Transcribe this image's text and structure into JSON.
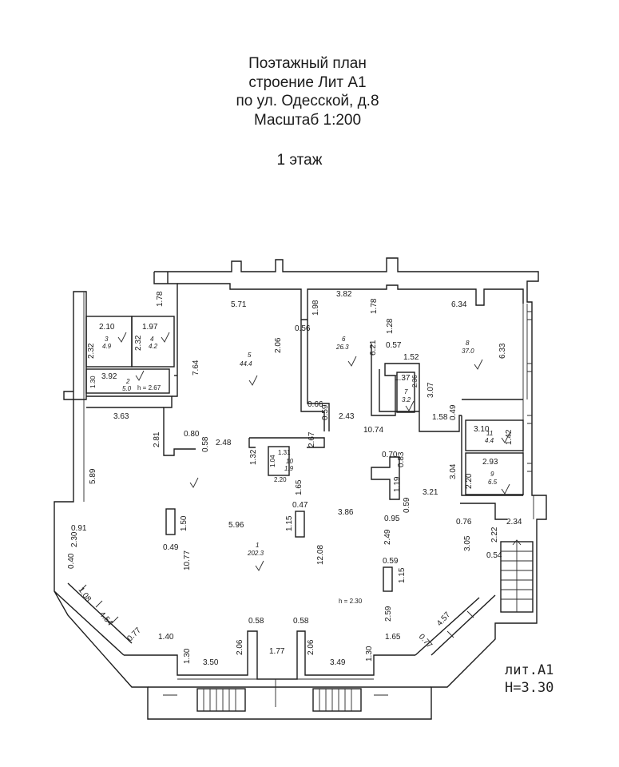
{
  "title": {
    "line1": "Поэтажный план",
    "line2": "строение Лит А1",
    "line3": "по ул. Одесской, д.8",
    "line4": "Масштаб 1:200"
  },
  "floor_label": "1 этаж",
  "lit_label": {
    "line1": "лит.А1",
    "line2": "H=3.30"
  },
  "ceiling_height": "h = 2.30",
  "corridor_height": "h = 2.67",
  "rooms": [
    {
      "num": "1",
      "area": "202.3"
    },
    {
      "num": "2",
      "area": "5.0"
    },
    {
      "num": "3",
      "area": "4.9"
    },
    {
      "num": "4",
      "area": "4.2"
    },
    {
      "num": "5",
      "area": "44.4"
    },
    {
      "num": "6",
      "area": "26.3"
    },
    {
      "num": "7",
      "area": "3.2"
    },
    {
      "num": "8",
      "area": "37.0"
    },
    {
      "num": "9",
      "area": "6.5"
    },
    {
      "num": "10",
      "area": "1.9"
    },
    {
      "num": "11",
      "area": "4.4"
    }
  ],
  "dimensions": {
    "d571": "5.71",
    "d382": "3.82",
    "d634": "6.34",
    "d178a": "1.78",
    "d198": "1.98",
    "d178b": "1.78",
    "d056": "0.56",
    "d128": "1.28",
    "d206a": "2.06",
    "d621": "6.21",
    "d633": "6.33",
    "d057": "0.57",
    "d152": "1.52",
    "d137": "1.37",
    "d236": "2.36",
    "d307": "3.07",
    "d210": "2.10",
    "d197": "1.97",
    "d232a": "2.32",
    "d232b": "2.32",
    "d764": "7.64",
    "d392": "3.92",
    "d130a": "1.30",
    "d363": "3.63",
    "d281": "2.81",
    "d080": "0.80",
    "d058a": "0.58",
    "d248": "2.48",
    "d066": "0.66",
    "d059a": "0.59",
    "d243": "2.43",
    "d1074": "10.74",
    "d158": "1.58",
    "d049a": "0.49",
    "d310": "3.10",
    "d142": "1.42",
    "d267": "2.67",
    "d131": "1.31",
    "d104": "1.04",
    "d132": "1.32",
    "d220a": "2.20",
    "d165a": "1.65",
    "d589": "5.89",
    "d304": "3.04",
    "d293": "2.93",
    "d220b": "2.20",
    "d070": "0.70",
    "d083": "0.83",
    "d119": "1.19",
    "d059b": "0.59",
    "d321": "3.21",
    "d047": "0.47",
    "d150": "1.50",
    "d596": "5.96",
    "d386": "3.86",
    "d095": "0.95",
    "d115a": "1.15",
    "d091": "0.91",
    "d230": "2.30",
    "d049b": "0.49",
    "d1077": "10.77",
    "d1208": "12.08",
    "d249": "2.49",
    "d059c": "0.59",
    "d115b": "1.15",
    "d076": "0.76",
    "d234": "2.34",
    "d222": "2.22",
    "d305": "3.05",
    "d054": "0.54",
    "d040": "0.40",
    "d108": "1.08",
    "d454": "4.54",
    "d077a": "0.77",
    "d140": "1.40",
    "d058b": "0.58",
    "d058c": "0.58",
    "d259": "2.59",
    "d457": "4.57",
    "d165b": "1.65",
    "d077b": "0.77",
    "d130b": "1.30",
    "d350": "3.50",
    "d206b": "2.06",
    "d177": "1.77",
    "d206c": "2.06",
    "d349": "3.49",
    "d130c": "1.30"
  }
}
